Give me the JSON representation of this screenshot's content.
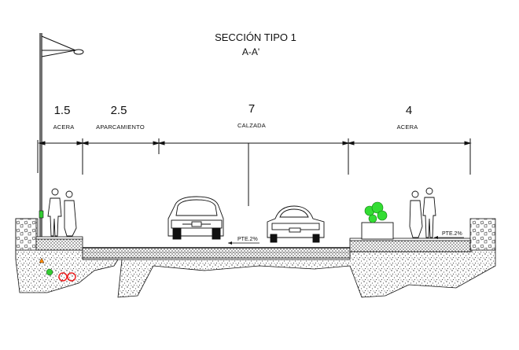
{
  "title": "SECCIÓN TIPO 1",
  "subtitle": "A-A'",
  "segments": [
    {
      "width": "1.5",
      "label": "ACERA"
    },
    {
      "width": "2.5",
      "label": "APARCAMIENTO"
    },
    {
      "width": "7",
      "label": "CALZADA"
    },
    {
      "width": "4",
      "label": "ACERA"
    }
  ],
  "slopes": [
    "PTE.2%",
    "PTE.2%"
  ],
  "colors": {
    "line": "#111111",
    "green_marker": "#33cc33",
    "red_marker": "#ee2222",
    "orange_marker": "#ff8800",
    "tree": "#33dd33"
  }
}
